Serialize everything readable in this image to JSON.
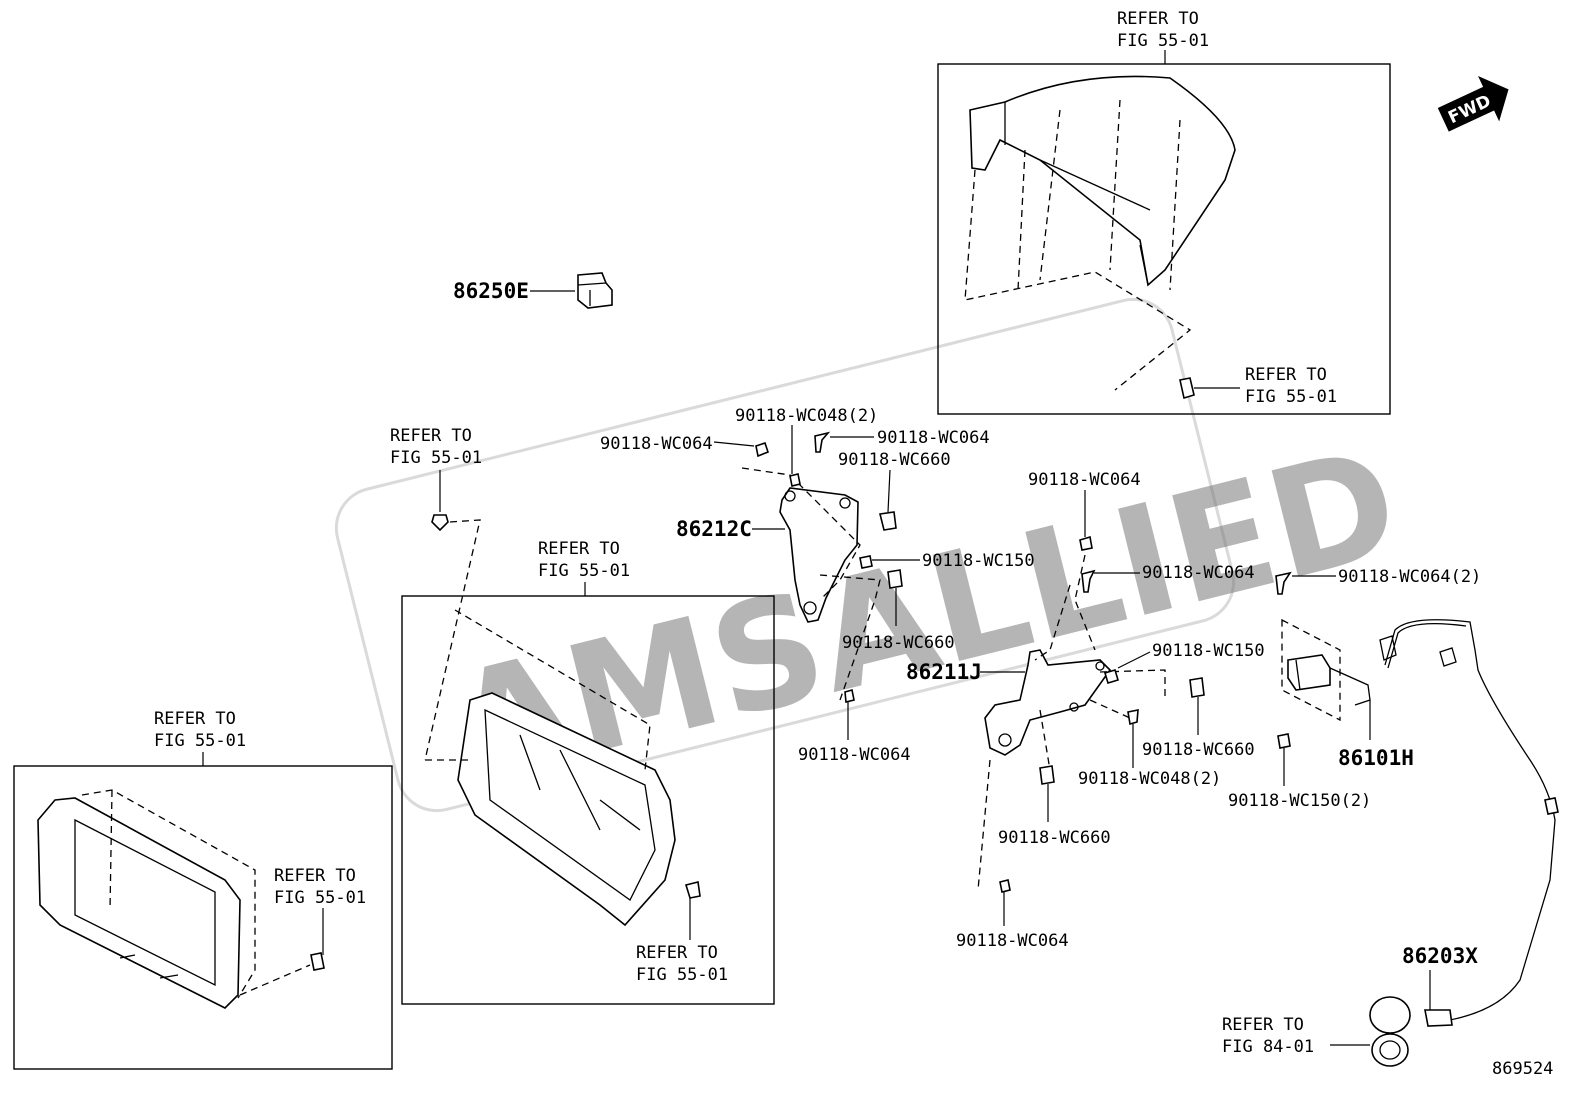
{
  "refer_labels": {
    "top_line1": "REFER TO",
    "top_line2": "FIG 55-01",
    "topright_line1": "REFER TO",
    "topright_line2": "FIG 55-01",
    "leftclip_line1": "REFER TO",
    "leftclip_line2": "FIG 55-01",
    "midbox_line1": "REFER TO",
    "midbox_line2": "FIG 55-01",
    "leftbox_line1": "REFER TO",
    "leftbox_line2": "FIG 55-01",
    "leftboxclip_line1": "REFER TO",
    "leftboxclip_line2": "FIG 55-01",
    "midboxclip_line1": "REFER TO",
    "midboxclip_line2": "FIG 55-01",
    "bottomright_line1": "REFER TO",
    "bottomright_line2": "FIG 84-01"
  },
  "part_numbers": {
    "p86250E": "86250E",
    "p86212C": "86212C",
    "p86211J": "86211J",
    "p86101H": "86101H",
    "p86203X": "86203X"
  },
  "fasteners": {
    "f1": "90118-WC048(2)",
    "f2": "90118-WC064",
    "f3": "90118-WC064",
    "f4": "90118-WC660",
    "f5": "90118-WC150",
    "f6": "90118-WC660",
    "f7": "90118-WC064",
    "f8": "90118-WC064",
    "f9": "90118-WC064",
    "f10": "90118-WC150",
    "f11": "90118-WC660",
    "f12": "90118-WC048(2)",
    "f13": "90118-WC660",
    "f14": "90118-WC064",
    "f15": "90118-WC064(2)",
    "f16": "90118-WC150(2)"
  },
  "fwd_badge": "FWD",
  "watermark": "AMSALLIED",
  "diagram_id": "869524"
}
